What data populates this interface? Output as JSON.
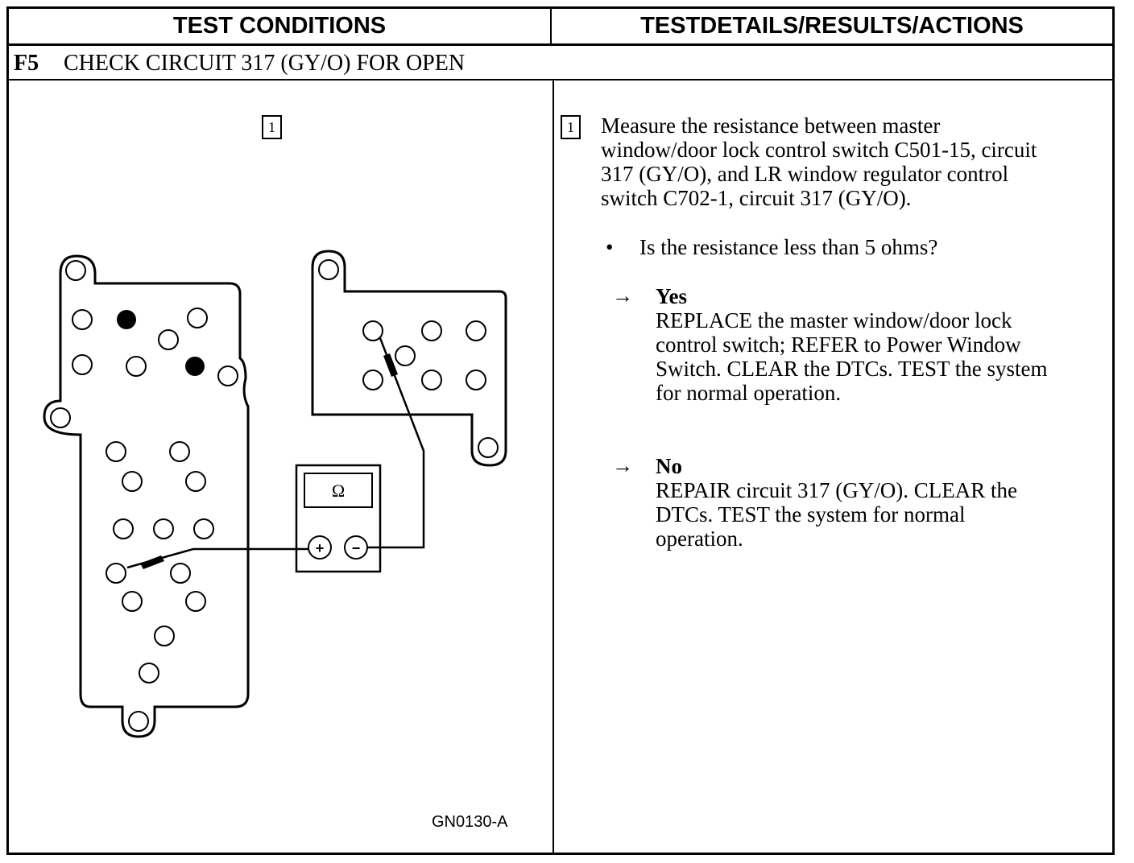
{
  "header": {
    "left": "TEST CONDITIONS",
    "right": "TESTDETAILS/RESULTS/ACTIONS"
  },
  "step": {
    "code": "F5",
    "title": "CHECK CIRCUIT 317 (GY/O) FOR OPEN"
  },
  "left_panel": {
    "marker": "1",
    "meter_symbol": "Ω",
    "plus_symbol": "+",
    "minus_symbol": "−",
    "figure_id": "GN0130-A"
  },
  "right_panel": {
    "marker": "1",
    "instruction_lines": [
      "Measure the resistance between master",
      "window/door lock control switch C501-15, circuit",
      "317 (GY/O), and LR window regulator control",
      "switch C702-1, circuit 317 (GY/O)."
    ],
    "bullet": "•",
    "question": "Is the resistance less than 5 ohms?",
    "arrow": "→",
    "yes": {
      "label": "Yes",
      "lines": [
        "REPLACE the master window/door lock",
        "control switch; REFER to Power Window",
        "Switch. CLEAR the DTCs. TEST the system",
        "for normal operation."
      ]
    },
    "no": {
      "label": "No",
      "lines": [
        "REPAIR circuit 317 (GY/O). CLEAR the",
        "DTCs. TEST the system for normal",
        "operation."
      ]
    }
  }
}
